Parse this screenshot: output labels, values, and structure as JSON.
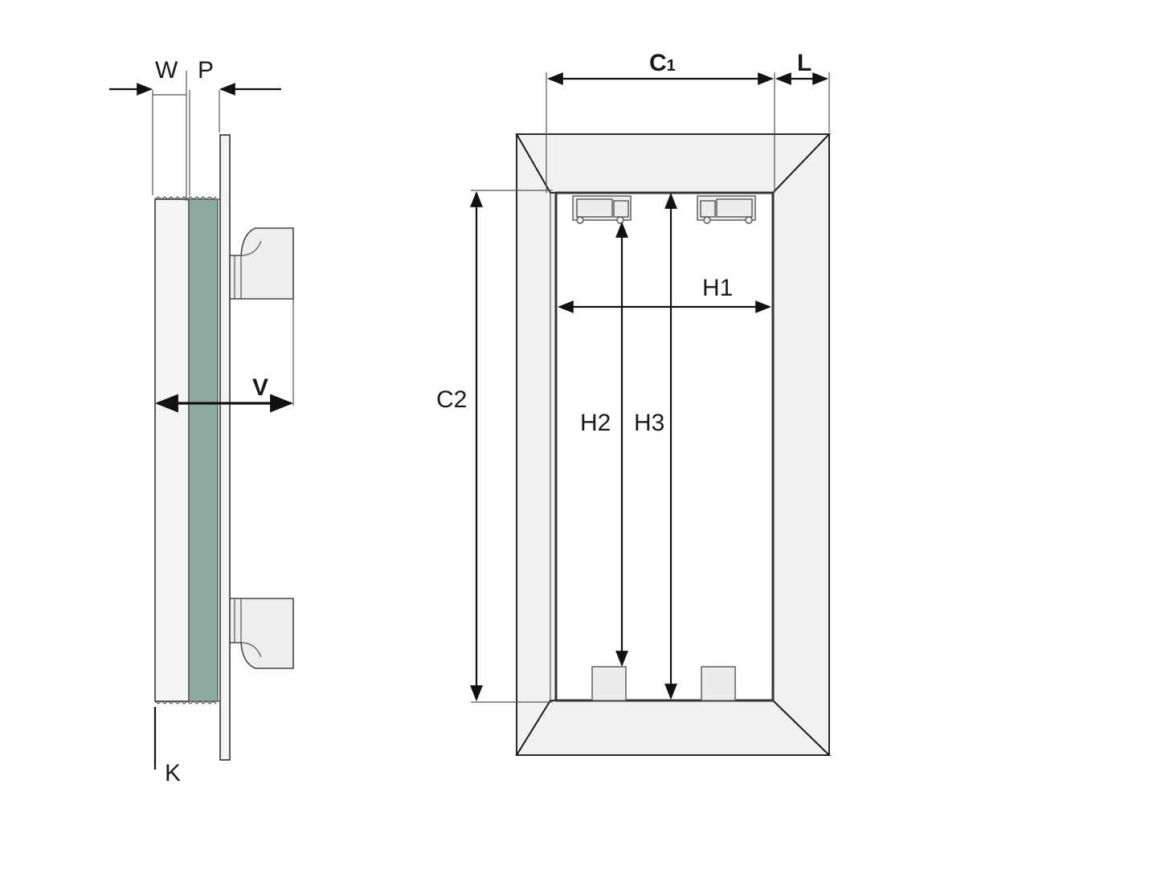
{
  "labels": {
    "w": "W",
    "p": "P",
    "v": "V",
    "k": "K",
    "c1_main": "C",
    "c1_sub": "1",
    "l": "L",
    "h1": "H1",
    "c2": "C2",
    "h2": "H2",
    "h3": "H3"
  }
}
